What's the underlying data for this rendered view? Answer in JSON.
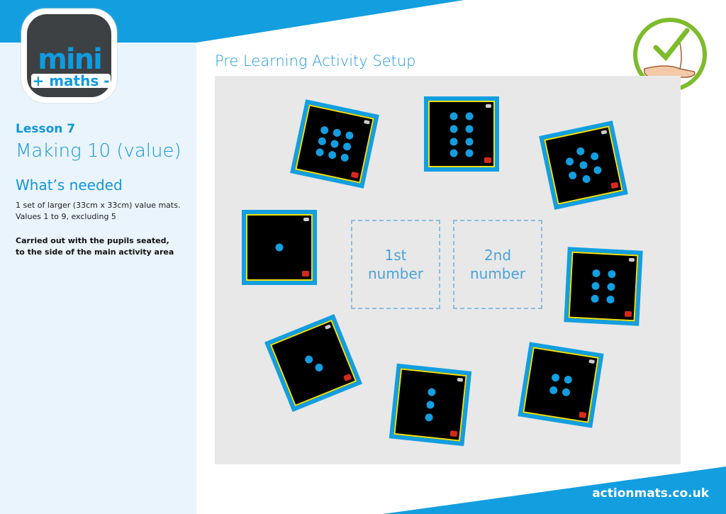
{
  "brand": {
    "logo_text_top": "mini",
    "logo_text_bottom": "+ maths -",
    "footer_url": "actionmats.co.uk",
    "accent": "#1495d8"
  },
  "sidebar": {
    "lesson": "Lesson 7",
    "title": "Making 10 (value)",
    "needed_heading": "What’s needed",
    "needed_lines": [
      "1 set of larger (33cm x 33cm) value mats.",
      "Values 1 to 9, excluding 5"
    ],
    "note_lines": [
      "Carried out with the pupils seated,",
      "to the side of the main activity area"
    ]
  },
  "main": {
    "heading": "Pre Learning Activity Setup",
    "slots": [
      {
        "line1": "1st",
        "line2": "number"
      },
      {
        "line1": "2nd",
        "line2": "number"
      }
    ],
    "mats": [
      {
        "value": 9
      },
      {
        "value": 8
      },
      {
        "value": 7
      },
      {
        "value": 1
      },
      {
        "value": 6
      },
      {
        "value": 2
      },
      {
        "value": 3
      },
      {
        "value": 4
      }
    ]
  }
}
